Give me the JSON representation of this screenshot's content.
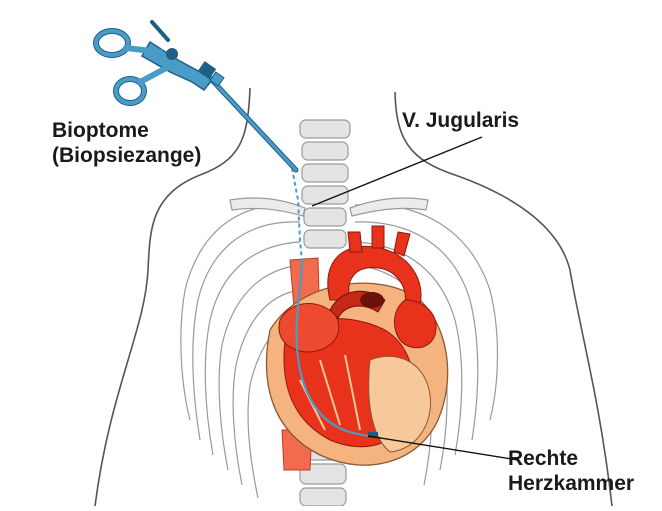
{
  "labels": {
    "bioptome_line1": "Bioptome",
    "bioptome_line2": "(Biopsiezange)",
    "jugularis": "V. Jugularis",
    "kammer_line1": "Rechte",
    "kammer_line2": "Herzkammer"
  },
  "colors": {
    "instrument": "#4a9cc8",
    "instrument_dark": "#1d5f85",
    "heart_red": "#e8321c",
    "heart_dark": "#b71c10",
    "myocardium": "#f4b37f",
    "vessel": "#f26b4f",
    "bone": "#d8d8d8",
    "outline": "#555555"
  }
}
